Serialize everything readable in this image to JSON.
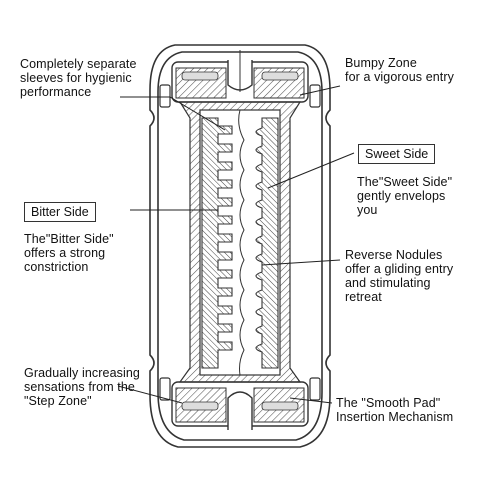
{
  "labels": {
    "separate_sleeves": "Completely separate\nsleeves for hygienic\nperformance",
    "bumpy_zone": "Bumpy Zone\nfor a vigorous entry",
    "sweet_side_tag": "Sweet Side",
    "sweet_side_desc": "The\"Sweet Side\"\ngently envelops\nyou",
    "bitter_side_tag": "Bitter Side",
    "bitter_side_desc": "The\"Bitter Side\"\noffers a strong\nconstriction",
    "reverse_nodules": "Reverse Nodules\noffer a gliding entry\nand stimulating\nretreat",
    "step_zone": "Gradually increasing\nsensations from the\n\"Step Zone\"",
    "smooth_pad": "The \"Smooth Pad\"\nInsertion Mechanism"
  },
  "colors": {
    "line": "#333333",
    "hatch": "#555555",
    "background": "#ffffff"
  }
}
